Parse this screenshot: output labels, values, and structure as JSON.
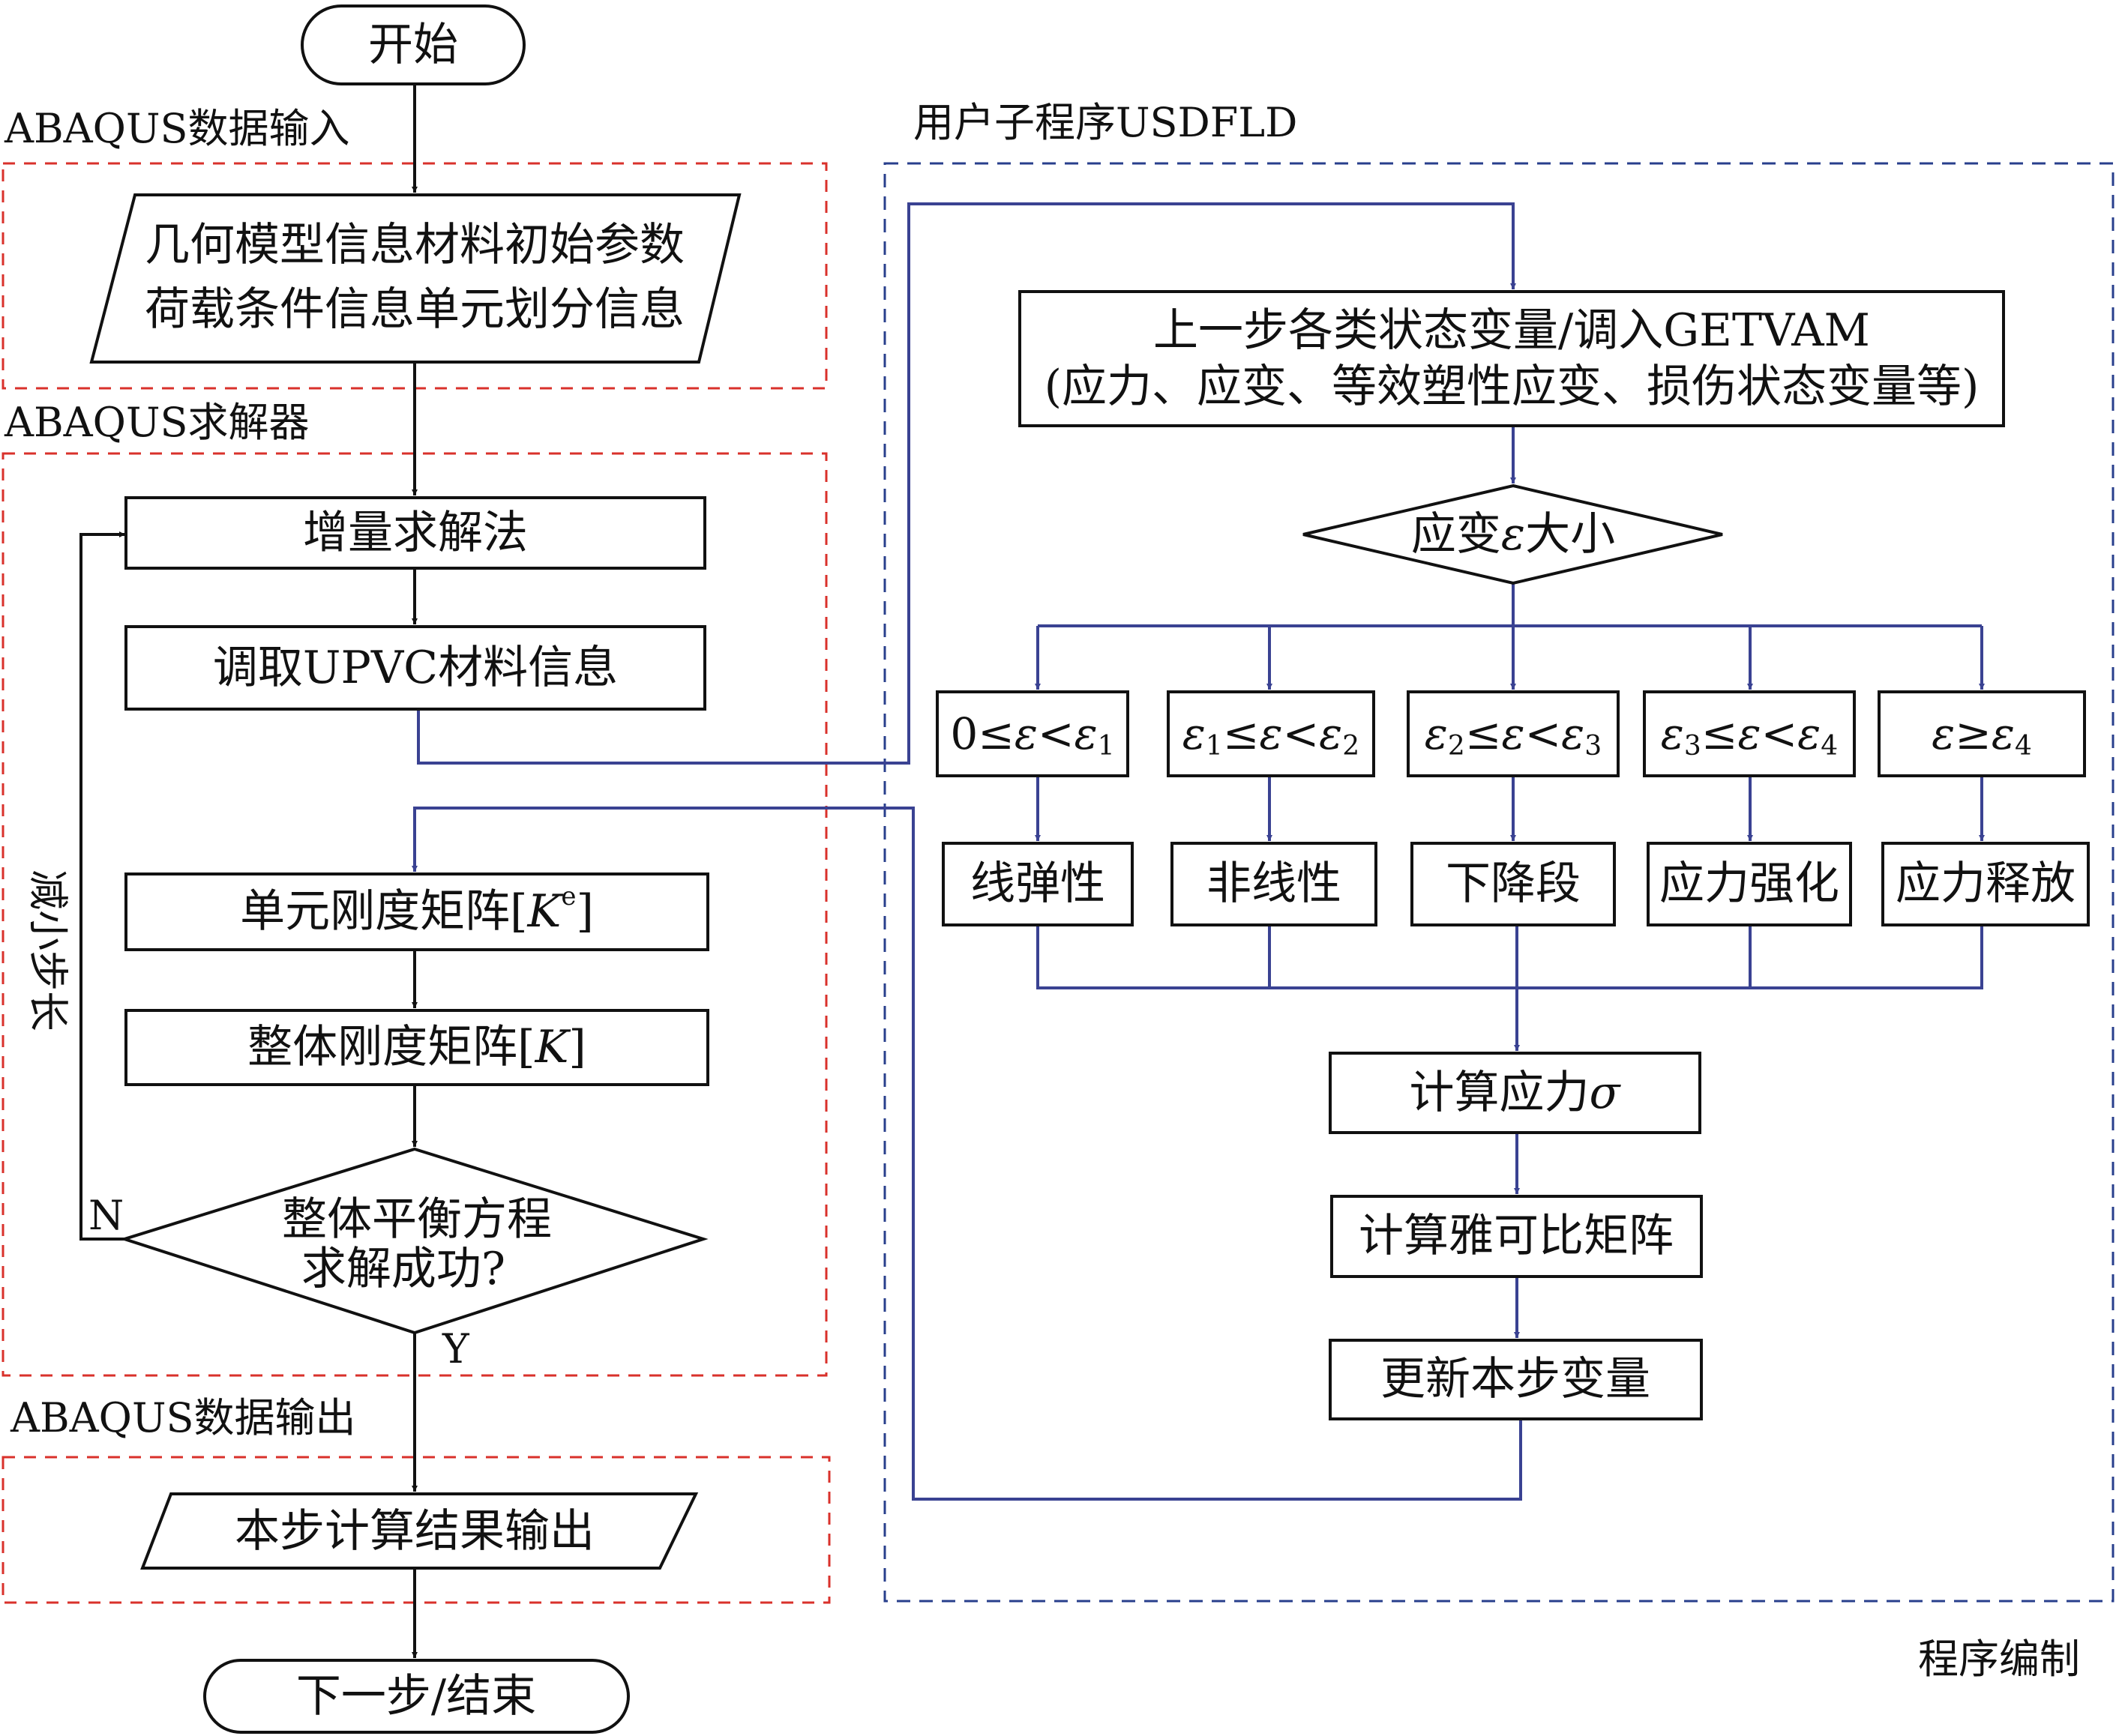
{
  "regions": {
    "input": "ABAQUS数据输入",
    "solver": "ABAQUS求解器",
    "output": "ABAQUS数据输出",
    "usdfld": "用户子程序USDFLD",
    "programming": "程序编制"
  },
  "nodes": {
    "start": "开始",
    "input_line1": "几何模型信息材料初始参数",
    "input_line2": "荷载条件信息单元划分信息",
    "incremental": "增量求解法",
    "fetch_material": "调取UPVC材料信息",
    "element_stiffness_prefix": "单元刚度矩阵[",
    "element_stiffness_var": "K",
    "element_stiffness_sup": "e",
    "element_stiffness_suffix": "]",
    "global_stiffness_prefix": "整体刚度矩阵[",
    "global_stiffness_var": "K",
    "global_stiffness_suffix": "]",
    "decision_line1": "整体平衡方程",
    "decision_line2": "求解成功?",
    "result_output": "本步计算结果输出",
    "end": "下一步/结束",
    "prev_state_line1": "上一步各类状态变量/调入GETVAM",
    "prev_state_line2": "(应力、应变、等效塑性应变、损伤状态变量等)",
    "strain_check_prefix": "应变",
    "strain_check_var": "ε",
    "strain_check_suffix": "大小",
    "calc_stress_prefix": "计算应力",
    "calc_stress_var": "σ",
    "calc_jacobian": "计算雅可比矩阵",
    "update_vars": "更新本步变量"
  },
  "labels": {
    "reduce_step": "减小步长",
    "no": "N",
    "yes": "Y"
  },
  "ranges": {
    "r1": {
      "a": "0",
      "op1": "≤",
      "eps": "ε",
      "op2": "<",
      "b": "ε",
      "b_sub": "1"
    },
    "r2": {
      "a": "ε",
      "a_sub": "1",
      "op1": "≤",
      "eps": "ε",
      "op2": "<",
      "b": "ε",
      "b_sub": "2"
    },
    "r3": {
      "a": "ε",
      "a_sub": "2",
      "op1": "≤",
      "eps": "ε",
      "op2": "<",
      "b": "ε",
      "b_sub": "3"
    },
    "r4": {
      "a": "ε",
      "a_sub": "3",
      "op1": "≤",
      "eps": "ε",
      "op2": "<",
      "b": "ε",
      "b_sub": "4"
    },
    "r5": {
      "eps": "ε",
      "op": "≥",
      "b": "ε",
      "b_sub": "4"
    }
  },
  "stages": {
    "s1": "线弹性",
    "s2": "非线性",
    "s3": "下降段",
    "s4": "应力强化",
    "s5": "应力释放"
  },
  "colors": {
    "flow_black": "#111111",
    "flow_blue": "#3a4292",
    "region_red": "#d9312b",
    "region_blue": "#283f8c"
  }
}
